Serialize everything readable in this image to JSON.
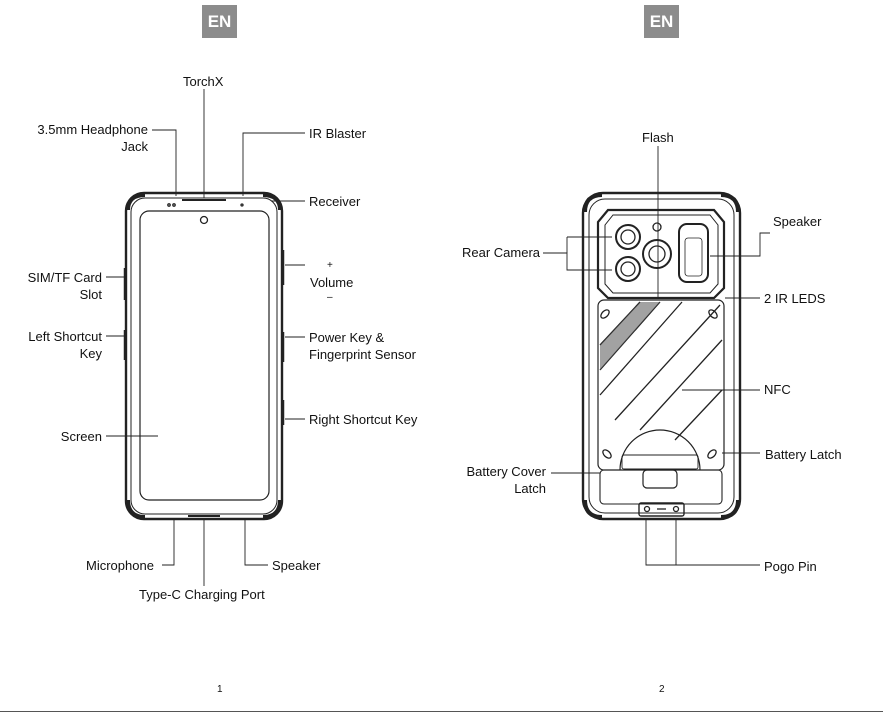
{
  "pages": [
    {
      "badge": "EN",
      "labels": {
        "torchx": "TorchX",
        "headphone_line1": "3.5mm Headphone",
        "headphone_line2": "Jack",
        "ir_blaster": "IR Blaster",
        "receiver": "Receiver",
        "volume_plus": "+",
        "volume": "Volume",
        "volume_minus": "–",
        "sim_line1": "SIM/TF Card",
        "sim_line2": "Slot",
        "left_shortcut_line1": "Left Shortcut",
        "left_shortcut_line2": "Key",
        "power_line1": "Power Key &",
        "power_line2": "Fingerprint Sensor",
        "right_shortcut": "Right Shortcut Key",
        "screen": "Screen",
        "microphone": "Microphone",
        "speaker": "Speaker",
        "typec": "Type-C Charging Port"
      },
      "page_number": "1"
    },
    {
      "badge": "EN",
      "labels": {
        "flash": "Flash",
        "speaker": "Speaker",
        "rear_camera": "Rear Camera",
        "ir_leds": "2 IR LEDS",
        "nfc": "NFC",
        "battery_latch": "Battery Latch",
        "battery_cover_line1": "Battery Cover",
        "battery_cover_line2": "Latch",
        "pogo_pin": "Pogo Pin"
      },
      "page_number": "2"
    }
  ]
}
